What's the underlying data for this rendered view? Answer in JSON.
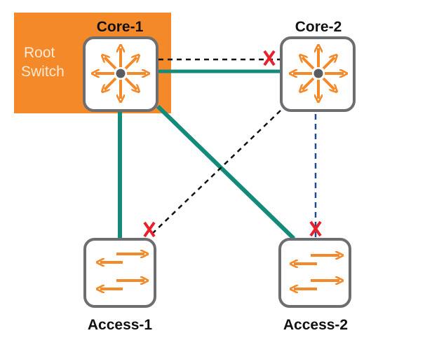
{
  "title": "Spanning Tree Topology",
  "root_bridge": {
    "label_line1": "Root",
    "label_line2": "Switch",
    "highlight_color": "#f4892a"
  },
  "devices": [
    {
      "id": "core-1",
      "label": "Core-1",
      "type": "layer3-switch",
      "icon": "multilayer-switch-icon",
      "is_root": true
    },
    {
      "id": "core-2",
      "label": "Core-2",
      "type": "layer3-switch",
      "icon": "multilayer-switch-icon",
      "is_root": false
    },
    {
      "id": "access-1",
      "label": "Access-1",
      "type": "layer2-switch",
      "icon": "switch-icon",
      "is_root": false
    },
    {
      "id": "access-2",
      "label": "Access-2",
      "type": "layer2-switch",
      "icon": "switch-icon",
      "is_root": false
    }
  ],
  "links": [
    {
      "from": "core-1",
      "to": "core-2",
      "state": "blocked",
      "style": "dashed",
      "color": "#111111",
      "blocked_end": "core-2"
    },
    {
      "from": "core-1",
      "to": "core-2",
      "state": "forwarding",
      "style": "solid",
      "color": "#138a7a"
    },
    {
      "from": "core-1",
      "to": "access-1",
      "state": "forwarding",
      "style": "solid",
      "color": "#138a7a"
    },
    {
      "from": "core-1",
      "to": "access-2",
      "state": "forwarding",
      "style": "solid",
      "color": "#138a7a"
    },
    {
      "from": "core-2",
      "to": "access-1",
      "state": "blocked",
      "style": "dashed",
      "color": "#111111",
      "blocked_end": "access-1"
    },
    {
      "from": "core-2",
      "to": "access-2",
      "state": "blocked",
      "style": "dashed",
      "color": "#1f4e8c",
      "blocked_end": "access-2"
    }
  ],
  "colors": {
    "forwarding": "#138a7a",
    "blocked_marker": "#e8202a",
    "device_icon": "#f4892a",
    "device_border": "#6d6e71"
  }
}
